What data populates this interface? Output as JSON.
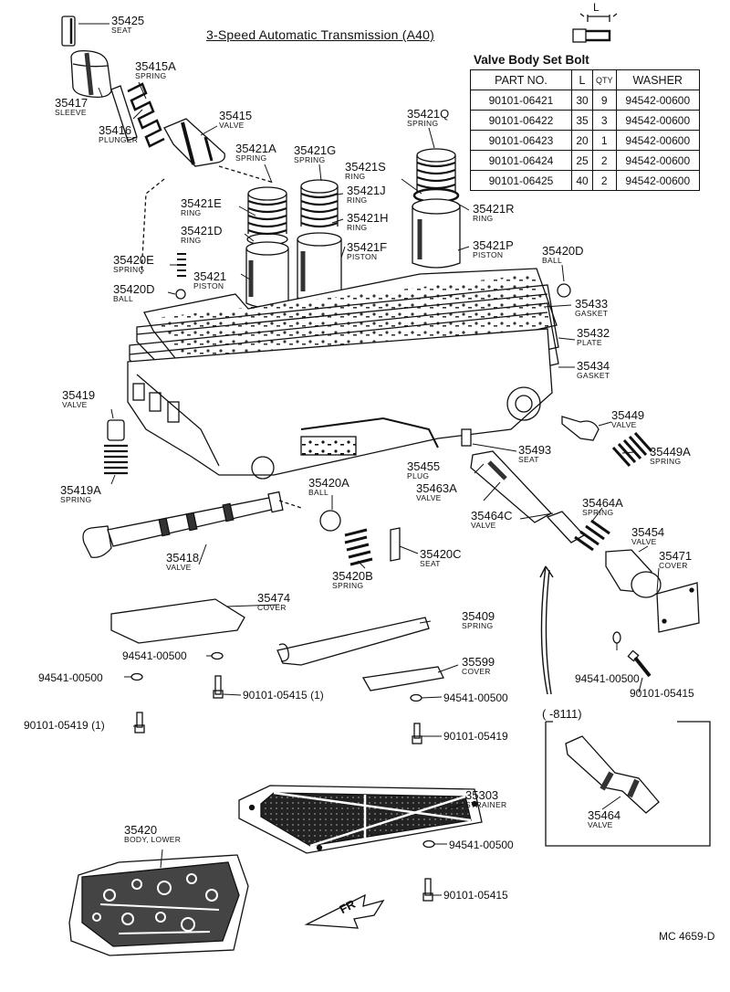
{
  "title": "3-Speed Automatic Transmission (A40)",
  "diagram_code": "MC 4659-D",
  "direction_marker": "FR",
  "bolt_gauge_label": "L",
  "serial_range": "(      -8111)",
  "bolt_table": {
    "title": "Valve Body Set Bolt",
    "headers": [
      "PART NO.",
      "L",
      "QTY",
      "WASHER"
    ],
    "rows": [
      [
        "90101-06421",
        "30",
        "9",
        "94542-00600"
      ],
      [
        "90101-06422",
        "35",
        "3",
        "94542-00600"
      ],
      [
        "90101-06423",
        "20",
        "1",
        "94542-00600"
      ],
      [
        "90101-06424",
        "25",
        "2",
        "94542-00600"
      ],
      [
        "90101-06425",
        "40",
        "2",
        "94542-00600"
      ]
    ]
  },
  "parts": {
    "p35425": {
      "number": "35425",
      "name": "SEAT"
    },
    "p35415A": {
      "number": "35415A",
      "name": "SPRING"
    },
    "p35417": {
      "number": "35417",
      "name": "SLEEVE"
    },
    "p35415": {
      "number": "35415",
      "name": "VALVE"
    },
    "p35416": {
      "number": "35416",
      "name": "PLUNGER"
    },
    "p35421Q": {
      "number": "35421Q",
      "name": "SPRING"
    },
    "p35421A": {
      "number": "35421A",
      "name": "SPRING"
    },
    "p35421G": {
      "number": "35421G",
      "name": "SPRING"
    },
    "p35421S": {
      "number": "35421S",
      "name": "RING"
    },
    "p35421E": {
      "number": "35421E",
      "name": "RING"
    },
    "p35421J": {
      "number": "35421J",
      "name": "RING"
    },
    "p35421R": {
      "number": "35421R",
      "name": "RING"
    },
    "p35421H": {
      "number": "35421H",
      "name": "RING"
    },
    "p35421D": {
      "number": "35421D",
      "name": "RING"
    },
    "p35421F": {
      "number": "35421F",
      "name": "PISTON"
    },
    "p35421P": {
      "number": "35421P",
      "name": "PISTON"
    },
    "p35420D_r": {
      "number": "35420D",
      "name": "BALL"
    },
    "p35420E": {
      "number": "35420E",
      "name": "SPRING"
    },
    "p35421": {
      "number": "35421",
      "name": "PISTON"
    },
    "p35420D_l": {
      "number": "35420D",
      "name": "BALL"
    },
    "p35433": {
      "number": "35433",
      "name": "GASKET"
    },
    "p35432": {
      "number": "35432",
      "name": "PLATE"
    },
    "p35434": {
      "number": "35434",
      "name": "GASKET"
    },
    "p35419": {
      "number": "35419",
      "name": "VALVE"
    },
    "p35449": {
      "number": "35449",
      "name": "VALVE"
    },
    "p35449A": {
      "number": "35449A",
      "name": "SPRING"
    },
    "p35493": {
      "number": "35493",
      "name": "SEAT"
    },
    "p35455": {
      "number": "35455",
      "name": "PLUG"
    },
    "p35419A": {
      "number": "35419A",
      "name": "SPRING"
    },
    "p35420A": {
      "number": "35420A",
      "name": "BALL"
    },
    "p35463A": {
      "number": "35463A",
      "name": "VALVE"
    },
    "p35464C": {
      "number": "35464C",
      "name": "VALVE"
    },
    "p35464A": {
      "number": "35464A",
      "name": "SPRING"
    },
    "p35454": {
      "number": "35454",
      "name": "VALVE"
    },
    "p35471": {
      "number": "35471",
      "name": "COVER"
    },
    "p35418": {
      "number": "35418",
      "name": "VALVE"
    },
    "p35420B": {
      "number": "35420B",
      "name": "SPRING"
    },
    "p35420C": {
      "number": "35420C",
      "name": "SEAT"
    },
    "p35474": {
      "number": "35474",
      "name": "COVER"
    },
    "p35409": {
      "number": "35409",
      "name": "SPRING"
    },
    "p35599": {
      "number": "35599",
      "name": "COVER"
    },
    "p35303": {
      "number": "35303",
      "name": "STRAINER"
    },
    "p35464": {
      "number": "35464",
      "name": "VALVE"
    },
    "p35420": {
      "number": "35420",
      "name": "BODY, LOWER"
    }
  },
  "fasteners": {
    "f1": "94541-00500",
    "f2": "94541-00500",
    "f3": "90101-05415 (1)",
    "f4": "94541-00500",
    "f5": "90101-05419 (1)",
    "f6": "90101-05419",
    "f7": "94541-00500",
    "f8": "90101-05415",
    "f9": "94541-00500",
    "f10": "90101-05415"
  }
}
